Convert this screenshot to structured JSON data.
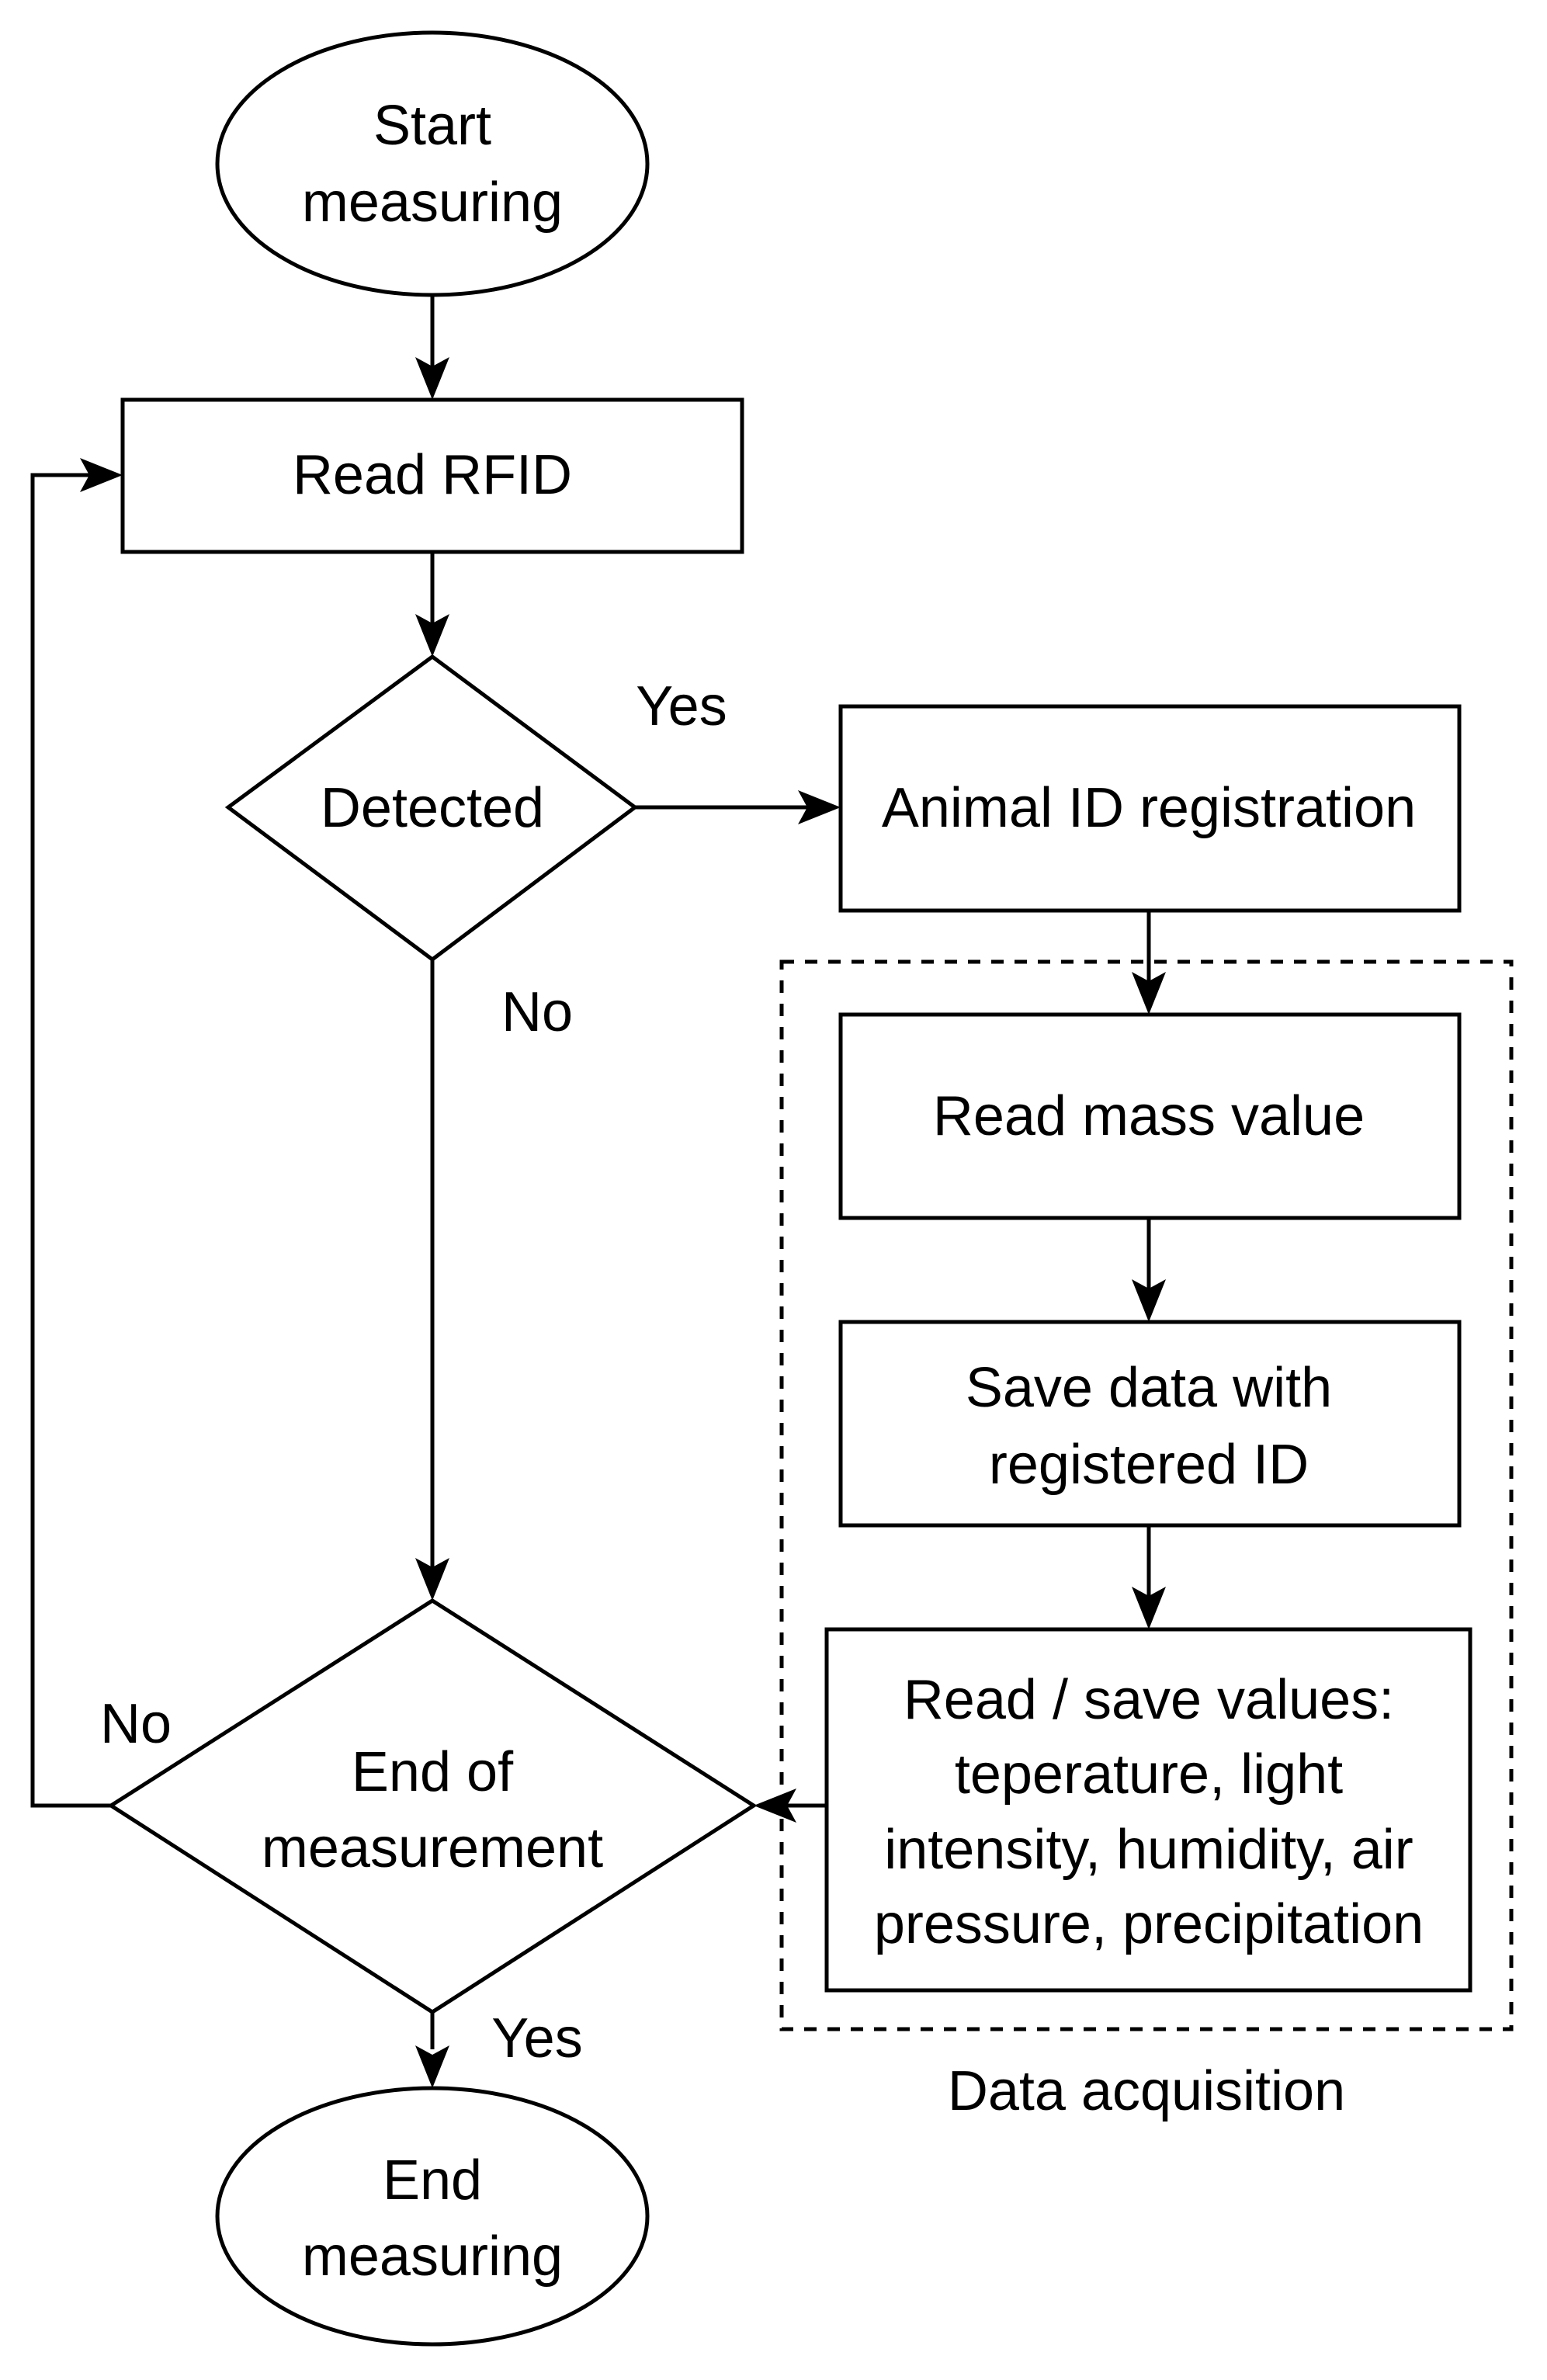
{
  "colors": {
    "background": "#ffffff",
    "stroke": "#000000",
    "text": "#000000"
  },
  "nodes": {
    "start": {
      "line1": "Start",
      "line2": "measuring"
    },
    "read_rfid": {
      "label": "Read RFID"
    },
    "detected": {
      "label": "Detected"
    },
    "animal_id": {
      "label": "Animal ID registration"
    },
    "read_mass": {
      "label": "Read mass value"
    },
    "save_data": {
      "line1": "Save data with",
      "line2": "registered ID"
    },
    "read_save_values": {
      "line1": "Read / save values:",
      "line2": "teperature, light",
      "line3": "intensity, humidity, air",
      "line4": "pressure, precipitation"
    },
    "end_of_measurement": {
      "line1": "End of",
      "line2": "measurement"
    },
    "end": {
      "line1": "End",
      "line2": "measuring"
    }
  },
  "edge_labels": {
    "detected_yes": "Yes",
    "detected_no": "No",
    "end_no": "No",
    "end_yes": "Yes"
  },
  "groups": {
    "data_acquisition": {
      "label": "Data acquisition"
    }
  }
}
